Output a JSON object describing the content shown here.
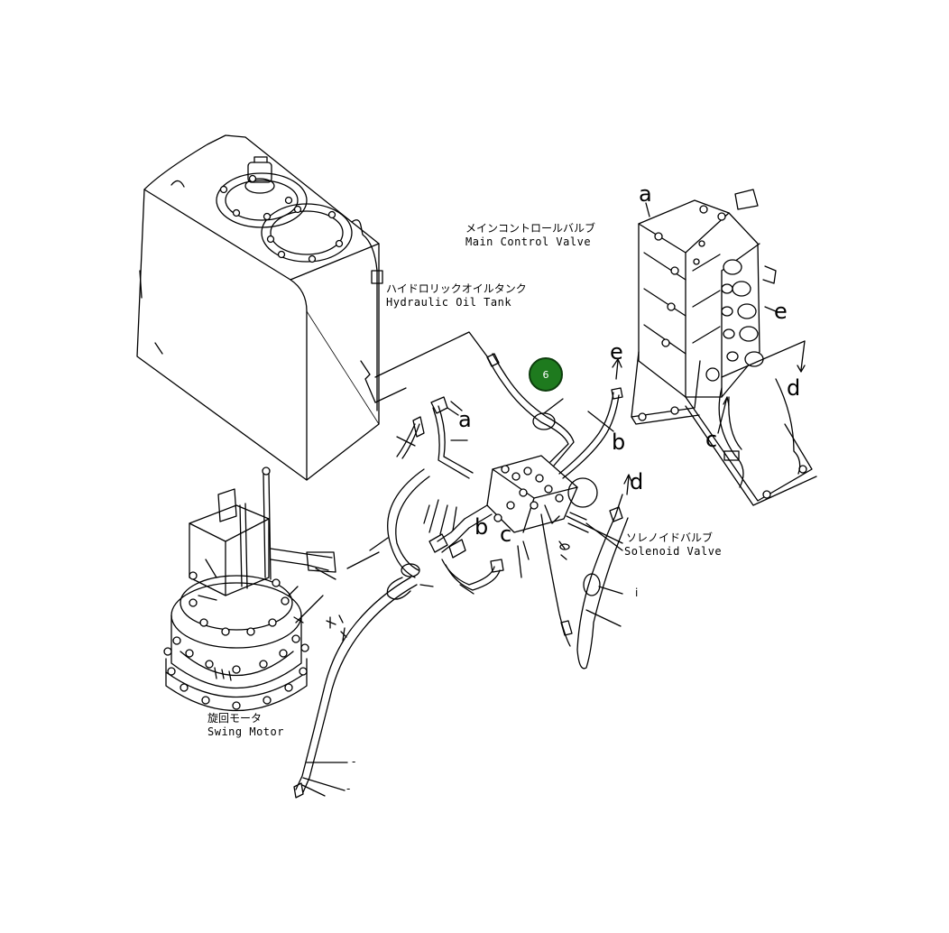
{
  "labels": {
    "main_control_valve_jp": "メインコントロールバルブ",
    "main_control_valve_en": "Main Control Valve",
    "hydraulic_oil_tank_jp": "ハイドロリックオイルタンク",
    "hydraulic_oil_tank_en": "Hydraulic Oil Tank",
    "solenoid_valve_jp": "ソレノイドバルブ",
    "solenoid_valve_en": "Solenoid Valve",
    "swing_motor_jp": "旋回モータ",
    "swing_motor_en": "Swing Motor"
  },
  "letters": {
    "a": "a",
    "b": "b",
    "c": "c",
    "d": "d",
    "e": "e"
  },
  "callout": {
    "number": "6",
    "color": "#1e7a1e"
  },
  "leader_marks": {
    "dash": "-",
    "tick": "i"
  },
  "colors": {
    "line": "#000000",
    "background": "#ffffff"
  }
}
